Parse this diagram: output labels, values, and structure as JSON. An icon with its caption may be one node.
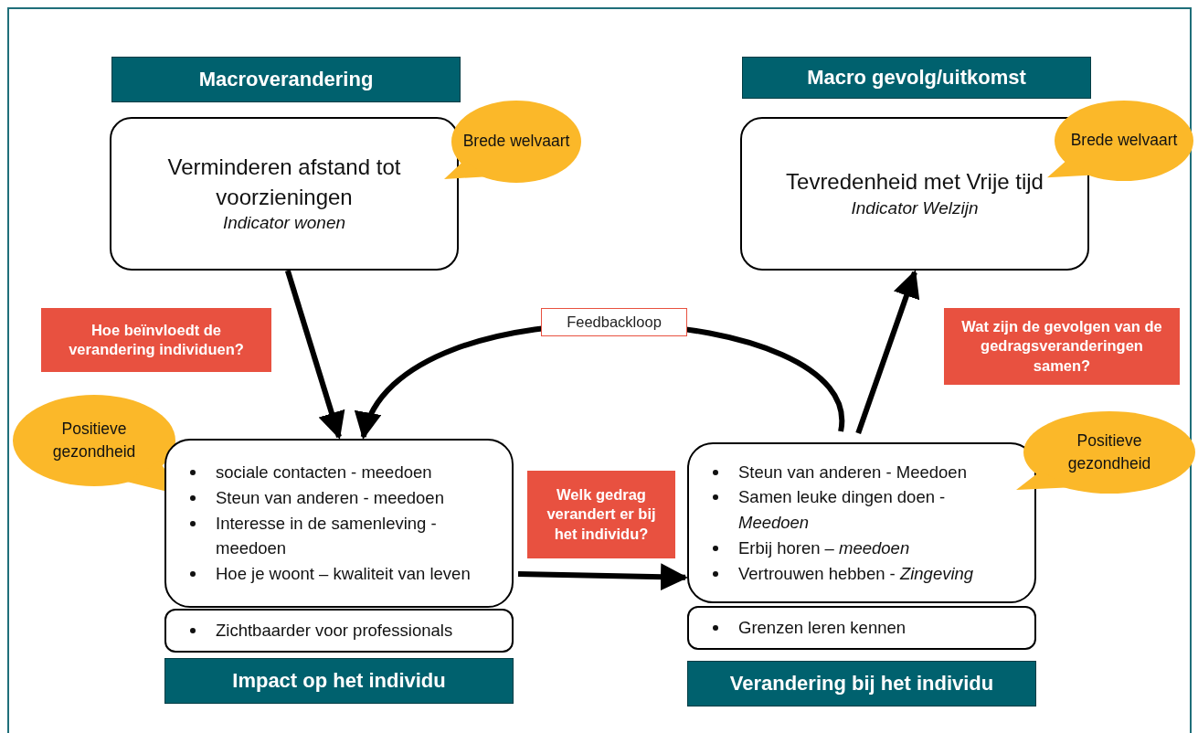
{
  "diagram": {
    "nodes": [
      {
        "text": [
          "Macroverandering"
        ]
      },
      {
        "text": [
          "Verminderen afstand tot voorzieningen",
          "Indicator wonen"
        ]
      },
      {
        "text": [
          "Brede welvaart"
        ]
      },
      {
        "text": [
          "Macro gevolg/uitkomst"
        ]
      },
      {
        "text": [
          "Tevredenheid met Vrije tijd",
          "Indicator Welzijn"
        ]
      },
      {
        "text": [
          "Brede welvaart"
        ]
      },
      {
        "text": [
          "Hoe beïnvloedt de verandering individuen?"
        ]
      },
      {
        "text": [
          "Wat zijn de gevolgen van de gedragsveranderingen samen?"
        ]
      },
      {
        "text": [
          "Positieve gezondheid"
        ]
      },
      {
        "text": [
          "sociale contacten - meedoen",
          "Steun van anderen - meedoen",
          "Interesse in de samenleving - meedoen",
          "Hoe je woont – kwaliteit van leven"
        ]
      },
      {
        "text": [
          "Welk gedrag verandert er bij het individu?"
        ]
      },
      {
        "text": [
          "Steun van anderen - Meedoen",
          "Samen leuke dingen doen - *Meedoen*",
          "Erbij horen – *meedoen*",
          "Vertrouwen hebben - *Zingeving*"
        ]
      },
      {
        "text": [
          "Positieve gezondheid"
        ]
      },
      {
        "text": [
          "Zichtbaarder voor professionals"
        ]
      },
      {
        "text": [
          "Grenzen leren kennen"
        ]
      },
      {
        "text": [
          "Impact op het individu"
        ]
      },
      {
        "text": [
          "Verandering bij het individu"
        ]
      }
    ],
    "edges": [
      {
        "from": 1,
        "to": 9,
        "arrow": "to"
      },
      {
        "from": 11,
        "to": 9,
        "arrow": "to",
        "label": "Feedbackloop"
      },
      {
        "from": 9,
        "to": 11,
        "arrow": "to"
      },
      {
        "from": 11,
        "to": 4,
        "arrow": "to"
      }
    ]
  }
}
